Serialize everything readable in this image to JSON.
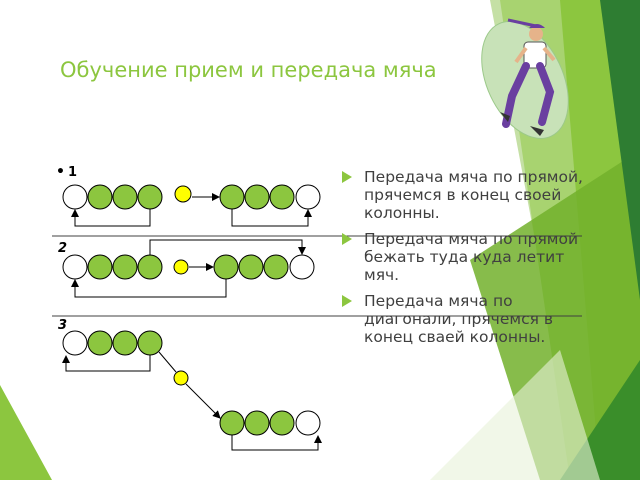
{
  "slide": {
    "title": "Обучение прием и передача мяча",
    "bullets": [
      "Передача мяча по прямой, прячемся в конец своей колонны.",
      "Передача мяча по прямой бежать туда куда летит мяч.",
      "Передача мяча по диагонали, прячемся в конец сваей колонны."
    ]
  },
  "diagram": {
    "labels": [
      "1",
      "2",
      "3"
    ],
    "bullet_mark": "•"
  },
  "colors": {
    "accent": "#8cc63f",
    "player_fill": "#8cc63f",
    "ball_fill": "#ffff00",
    "dark_green": "#2e7d32"
  }
}
